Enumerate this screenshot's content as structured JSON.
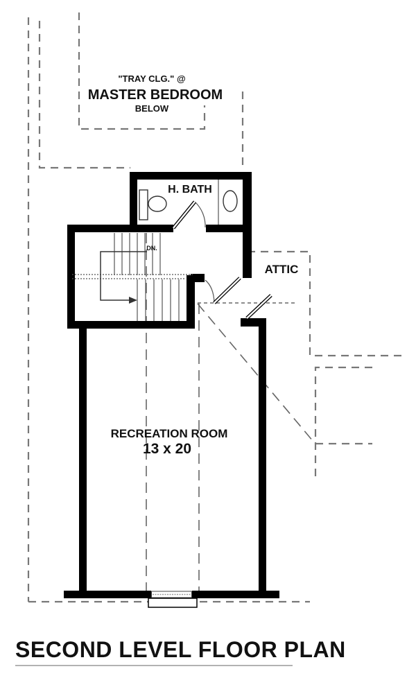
{
  "plan": {
    "title": "SECOND LEVEL FLOOR PLAN",
    "labels": {
      "tray_ceiling": "\"TRAY CLG.\" @",
      "master_bedroom": "MASTER BEDROOM",
      "below": "BELOW",
      "bath": "H. BATH",
      "attic": "ATTIC",
      "stairs_down": "DN.",
      "recreation_room": "RECREATION ROOM",
      "recreation_size": "13 x 20"
    },
    "colors": {
      "background": "#ffffff",
      "wall": "#000000",
      "thin_line": "#444444",
      "dashed_line": "#777777",
      "text": "#111111"
    }
  }
}
